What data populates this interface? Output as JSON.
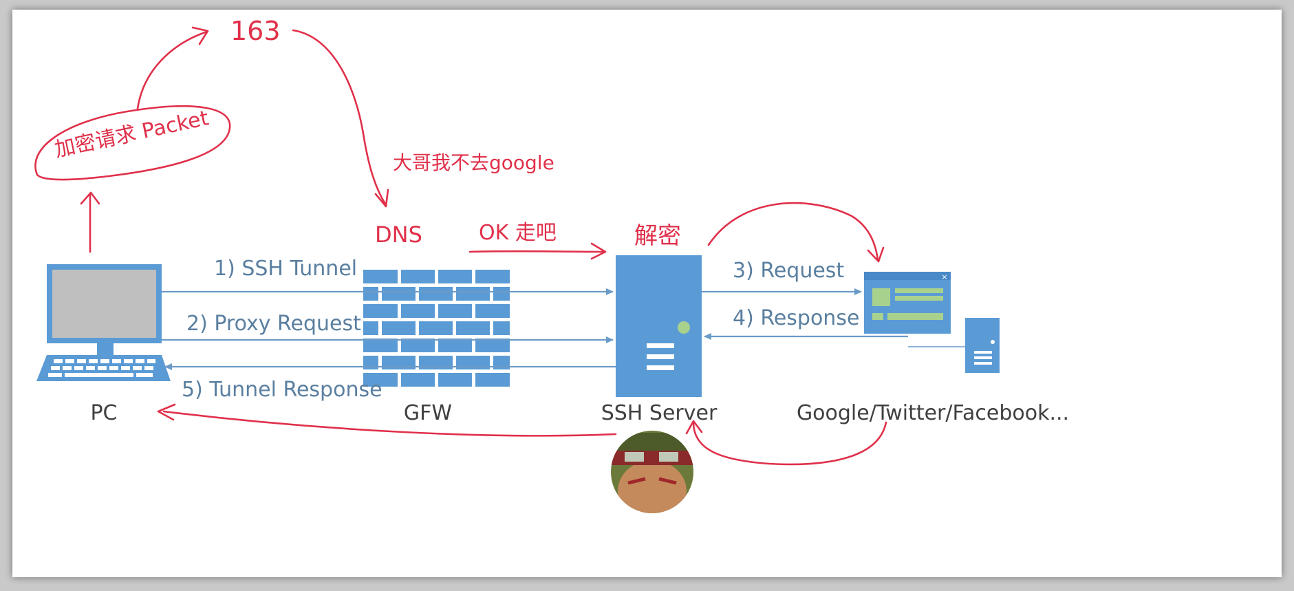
{
  "nodes": {
    "pc": "PC",
    "gfw": "GFW",
    "ssh_server": "SSH Server",
    "sites": "Google/Twitter/Facebook..."
  },
  "flows": {
    "step1": "1) SSH Tunnel",
    "step2": "2) Proxy Request",
    "step3": "3) Request",
    "step4": "4) Response",
    "step5": "5) Tunnel Response"
  },
  "annotations": {
    "encrypted_packet": "加密请求 Packet",
    "number_163": "163",
    "dns_note": "大哥我不去google",
    "dns": "DNS",
    "ok_go": "OK 走吧",
    "decrypt": "解密"
  },
  "colors": {
    "icon_blue": "#5b9bd5",
    "flow_blue": "#6b9bc8",
    "ink_red": "#e0304a",
    "label_text": "#5a7fa0",
    "caption_text": "#404040"
  }
}
